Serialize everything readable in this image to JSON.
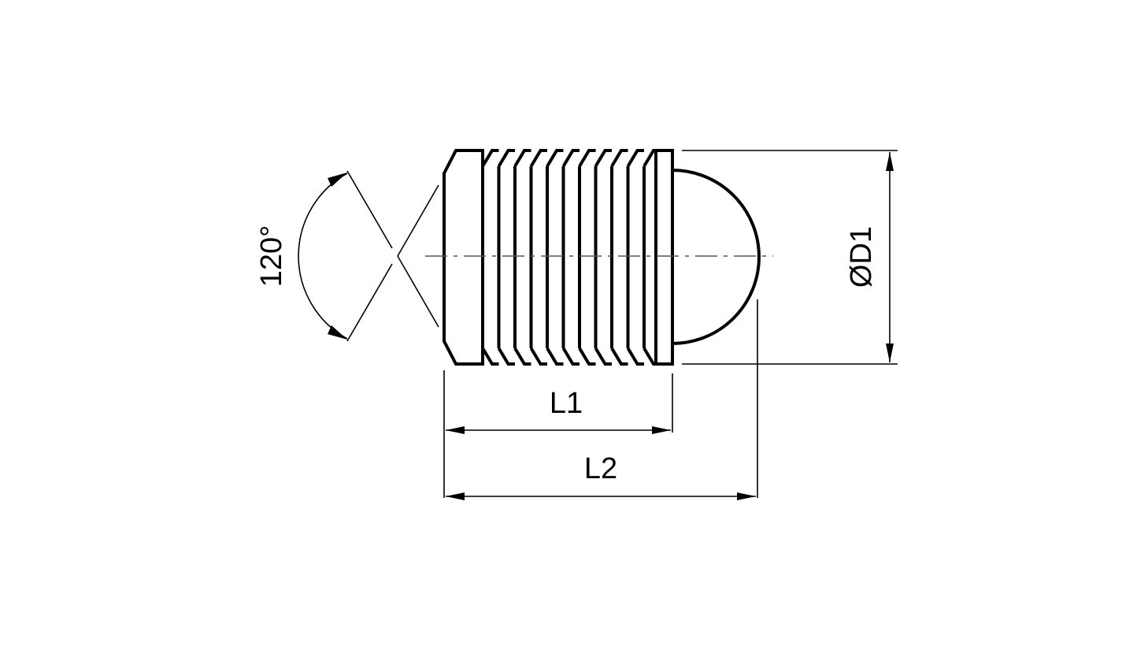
{
  "dimensions": {
    "angle": "120°",
    "diameter": "ØD1",
    "length_1": "L1",
    "length_2": "L2"
  },
  "colors": {
    "line": "#000000",
    "center_line": "#555555",
    "background": "#ffffff"
  }
}
